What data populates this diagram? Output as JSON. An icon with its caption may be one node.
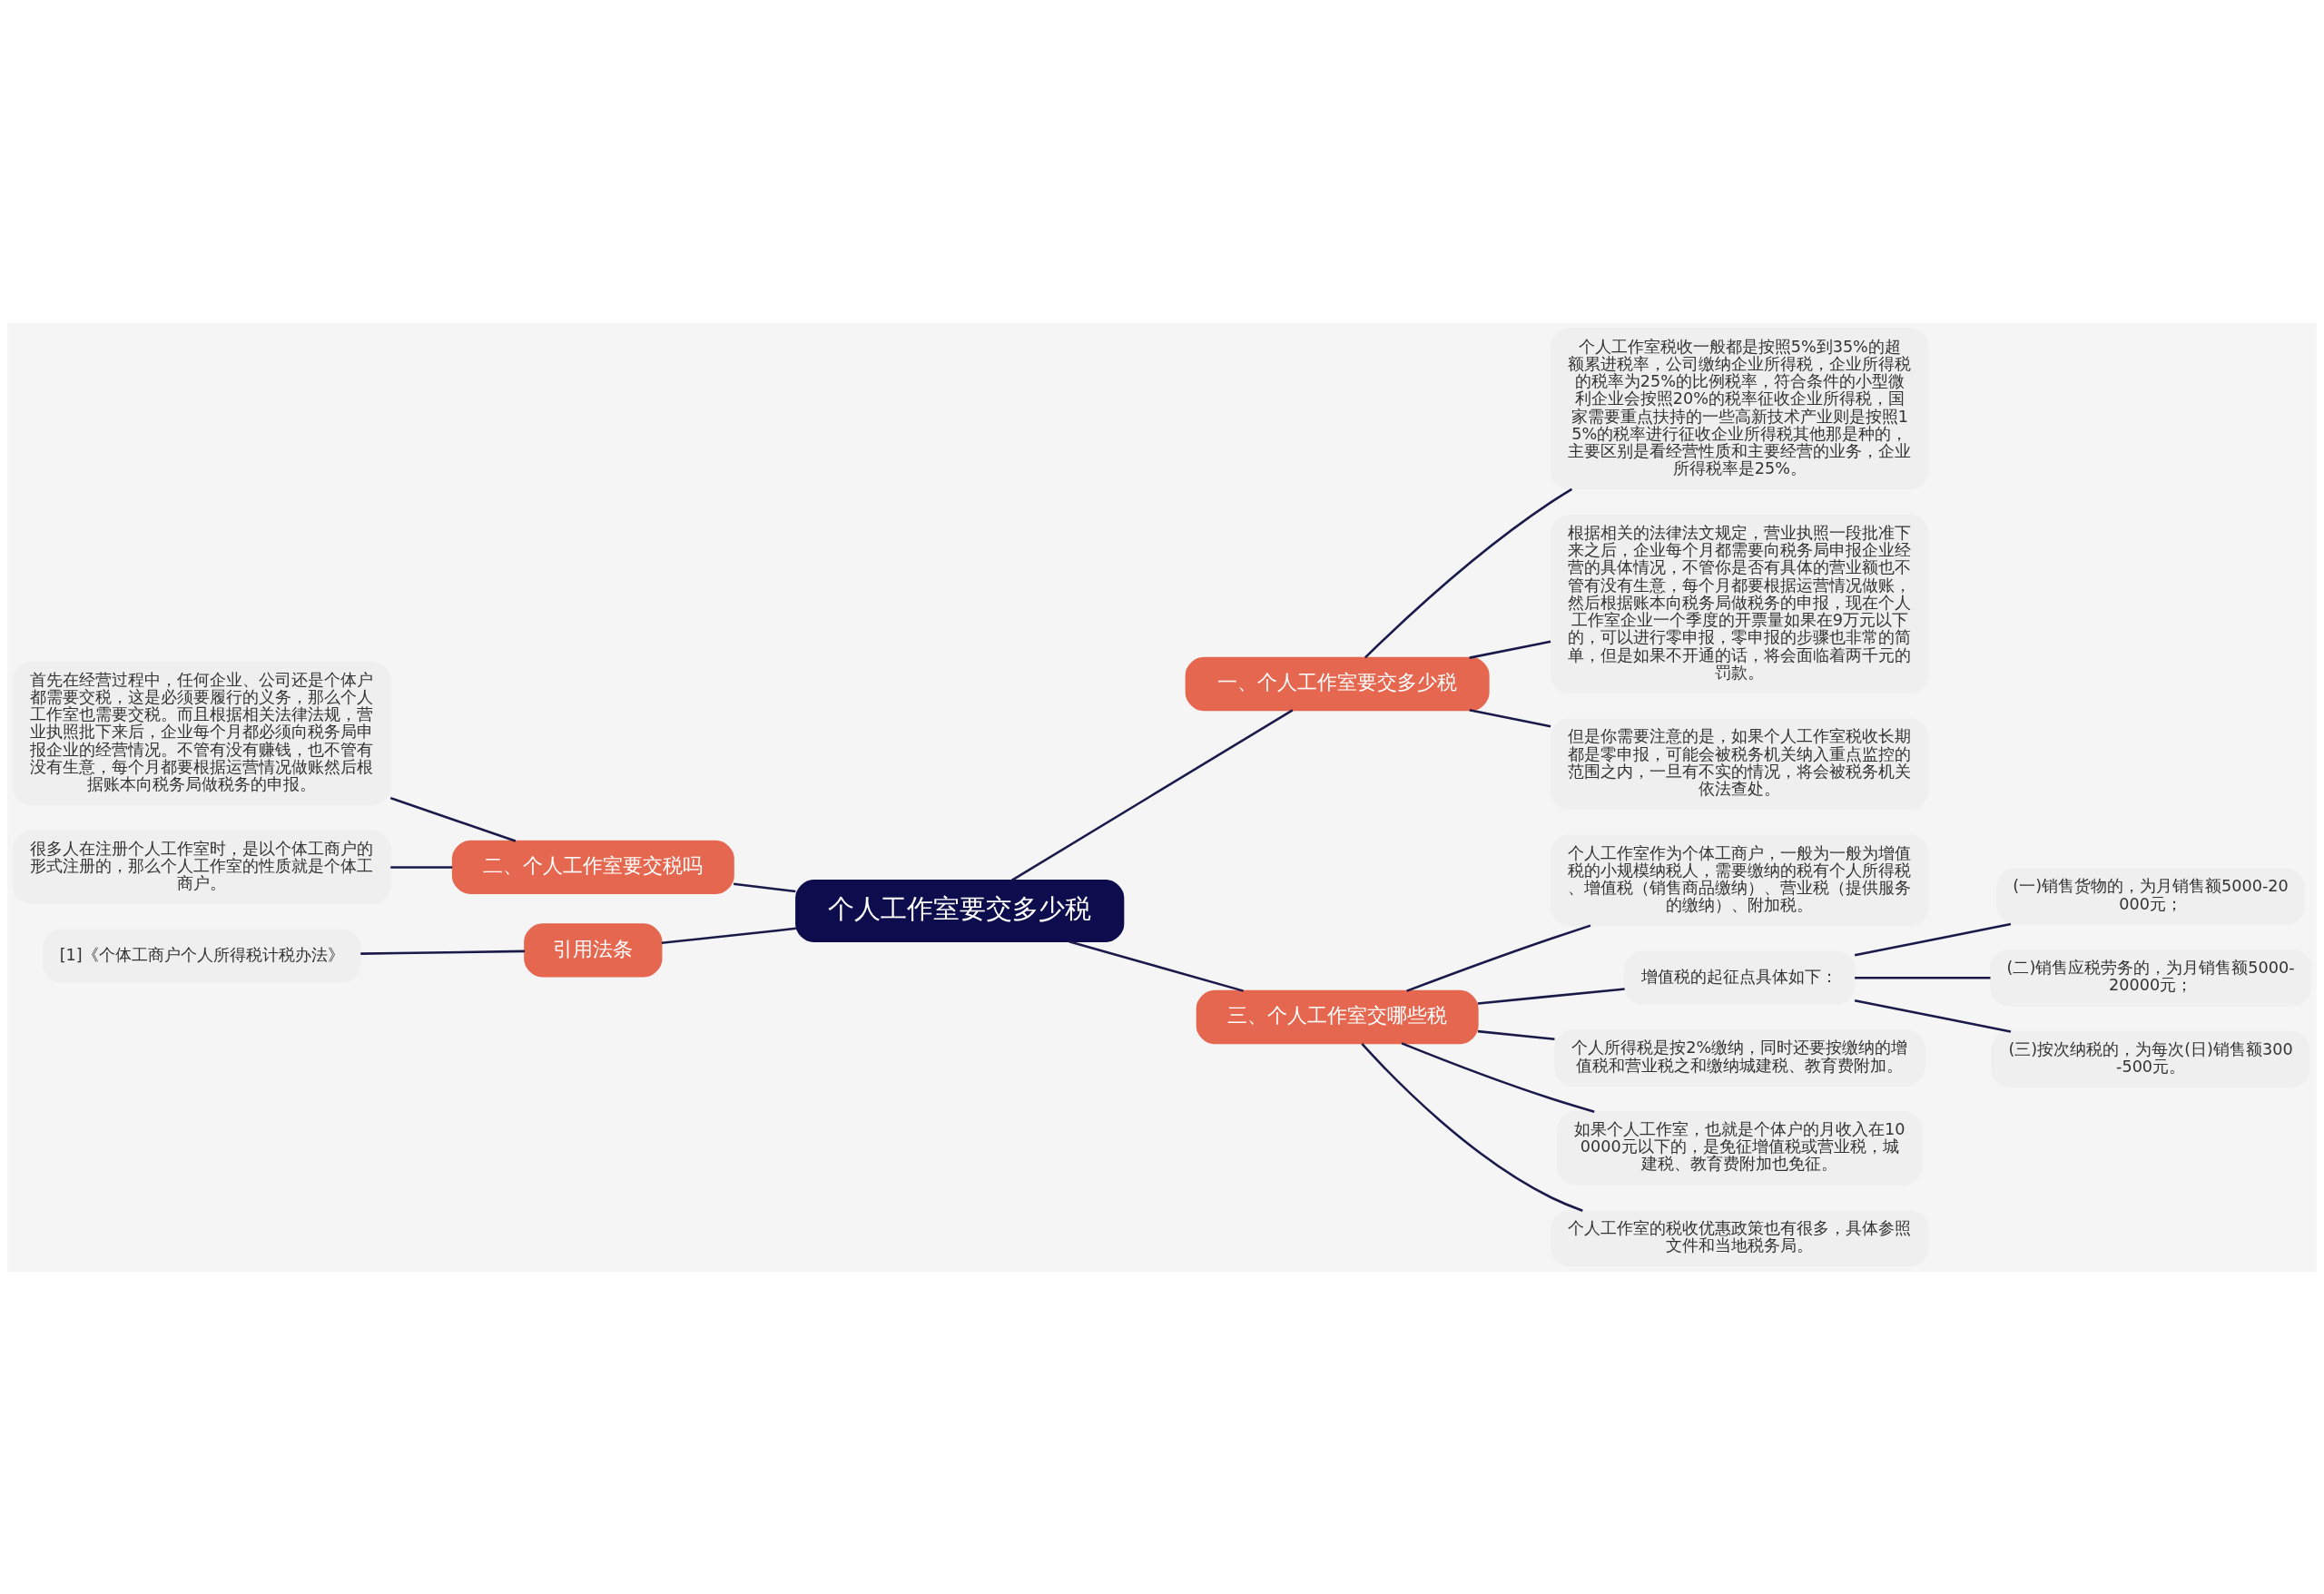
{
  "diagram": {
    "nodes": [
      {
        "text": [
          "个人工作室要交多少税"
        ]
      },
      {
        "text": [
          "一、个人工作室要交多少税"
        ]
      },
      {
        "text": [
          "个人工作室税收一般都是按照5%到35%的超额累进税率，公司缴纳企业所得税，企业所得税的税率为25%的比例税率，符合条件的小型微利企业会按照20%的税率征收企业所得税，国家需要重点扶持的一些高新技术产业则是按照15%的税率进行征收企业所得税其他那是种的，主要区别是看经营性质和主要经营的业务，企业所得税率是25%。"
        ]
      },
      {
        "text": [
          "根据相关的法律法文规定，营业执照一段批准下来之后，企业每个月都需要向税务局申报企业经营的具体情况，不管你是否有具体的营业额也不管有没有生意，每个月都要根据运营情况做账，然后根据账本向税务局做税务的申报，现在个人工作室企业一个季度的开票量如果在9万元以下的，可以进行零申报，零申报的步骤也非常的简单，但是如果不开通的话，将会面临着两千元的罚款。"
        ]
      },
      {
        "text": [
          "但是你需要注意的是，如果个人工作室税收长期都是零申报，可能会被税务机关纳入重点监控的范围之内，一旦有不实的情况，将会被税务机关依法查处。"
        ]
      },
      {
        "text": [
          "二、个人工作室要交税吗"
        ]
      },
      {
        "text": [
          "首先在经营过程中，任何企业、公司还是个体户都需要交税，这是必须要履行的义务，那么个人工作室也需要交税。而且根据相关法律法规，营业执照批下来后，企业每个月都必须向税务局申报企业的经营情况。不管有没有赚钱，也不管有没有生意，每个月都要根据运营情况做账然后根据账本向税务局做税务的申报。"
        ]
      },
      {
        "text": [
          "很多人在注册个人工作室时，是以个体工商户的形式注册的，那么个人工作室的性质就是个体工商户。"
        ]
      },
      {
        "text": [
          "引用法条"
        ]
      },
      {
        "text": [
          "[1]《个体工商户个人所得税计税办法》"
        ]
      },
      {
        "text": [
          "三、个人工作室交哪些税"
        ]
      },
      {
        "text": [
          "个人工作室作为个体工商户，一般为一般为增值税的小规模纳税人，需要缴纳的税有个人所得税、增值税（销售商品缴纳）、营业税（提供服务的缴纳）、附加税。"
        ]
      },
      {
        "text": [
          "增值税的起征点具体如下："
        ]
      },
      {
        "text": [
          "(一)销售货物的，为月销售额5000-20000元；"
        ]
      },
      {
        "text": [
          "(二)销售应税劳务的，为月销售额5000-20000元；"
        ]
      },
      {
        "text": [
          "(三)按次纳税的，为每次(日)销售额300-500元。"
        ]
      },
      {
        "text": [
          "个人所得税是按2%缴纳，同时还要按缴纳的增值税和营业税之和缴纳城建税、教育费附加。"
        ]
      },
      {
        "text": [
          "如果个人工作室，也就是个体户的月收入在100000元以下的，是免征增值税或营业税，城建税、教育费附加也免征。"
        ]
      },
      {
        "text": [
          "个人工作室的税收优惠政策也有很多，具体参照文件和当地税务局。"
        ]
      }
    ],
    "edges": [
      {
        "from": 0,
        "to": 1,
        "arrow": "none"
      },
      {
        "from": 1,
        "to": 2,
        "arrow": "none"
      },
      {
        "from": 1,
        "to": 3,
        "arrow": "none"
      },
      {
        "from": 1,
        "to": 4,
        "arrow": "none"
      },
      {
        "from": 0,
        "to": 5,
        "arrow": "none"
      },
      {
        "from": 5,
        "to": 6,
        "arrow": "none"
      },
      {
        "from": 5,
        "to": 7,
        "arrow": "none"
      },
      {
        "from": 0,
        "to": 8,
        "arrow": "none"
      },
      {
        "from": 8,
        "to": 9,
        "arrow": "none"
      },
      {
        "from": 0,
        "to": 10,
        "arrow": "none"
      },
      {
        "from": 10,
        "to": 11,
        "arrow": "none"
      },
      {
        "from": 10,
        "to": 12,
        "arrow": "none"
      },
      {
        "from": 12,
        "to": 13,
        "arrow": "none"
      },
      {
        "from": 12,
        "to": 14,
        "arrow": "none"
      },
      {
        "from": 12,
        "to": 15,
        "arrow": "none"
      },
      {
        "from": 10,
        "to": 16,
        "arrow": "none"
      },
      {
        "from": 10,
        "to": 17,
        "arrow": "none"
      },
      {
        "from": 10,
        "to": 18,
        "arrow": "none"
      }
    ]
  }
}
